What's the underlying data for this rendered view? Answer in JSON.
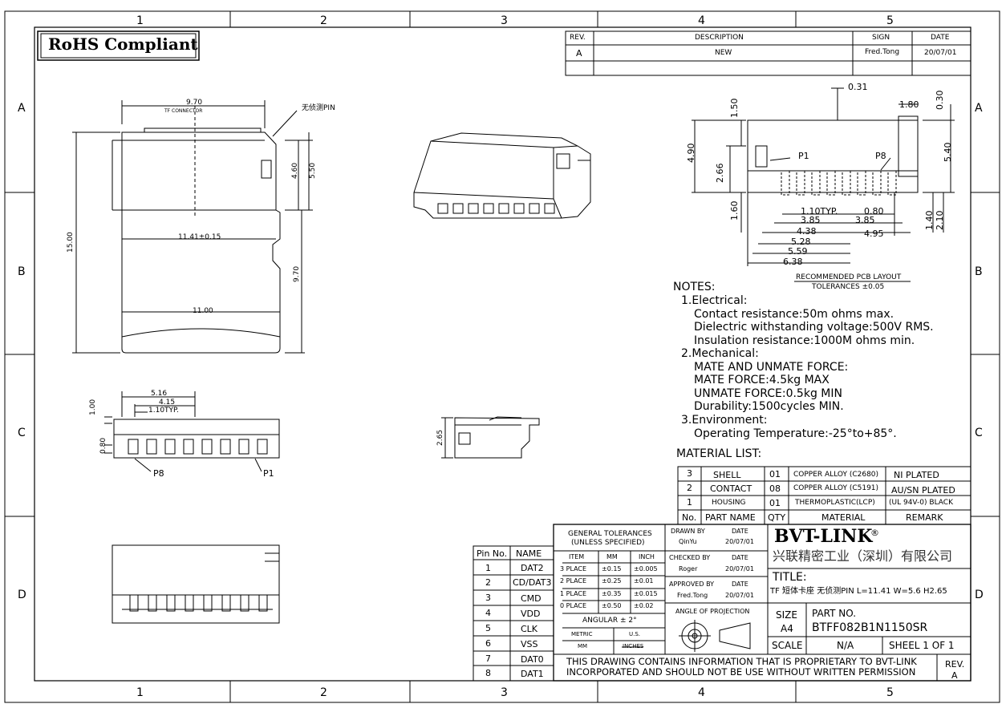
{
  "grid": {
    "cols": [
      "1",
      "2",
      "3",
      "4",
      "5"
    ],
    "rows": [
      "A",
      "B",
      "C",
      "D"
    ]
  },
  "rohs": "RoHS Compliant",
  "revision_table": {
    "headers": [
      "REV.",
      "DESCRIPTION",
      "SIGN",
      "DATE"
    ],
    "row": {
      "rev": "A",
      "description": "NEW",
      "sign": "Fred.Tong",
      "date": "20/07/01"
    }
  },
  "top_view": {
    "dim_width": "9.70",
    "connector_label": "TF CONNECTOR",
    "no_detect_label": "无侦测PIN",
    "dim_460": "4.60",
    "dim_550": "5.50",
    "dim_1500": "15.00",
    "dim_1141": "11.41±0.15",
    "dim_970": "9.70",
    "dim_1100": "11.00"
  },
  "front_view": {
    "dim_516": "5.16",
    "dim_415": "4.15",
    "dim_110": "1.10TYP.",
    "dim_100": "1.00",
    "dim_080": "0.80",
    "p8": "P8",
    "p1": "P1"
  },
  "side_view": {
    "dim_265": "2.65"
  },
  "pcb_layout": {
    "dim_031": "0.31",
    "dim_180": "1.80",
    "dim_030": "0.30",
    "dim_150": "1.50",
    "dim_490": "4.90",
    "dim_266": "2.66",
    "dim_540": "5.40",
    "dim_160": "1.60",
    "dim_140": "1.40",
    "dim_210": "2.10",
    "p1": "P1",
    "p8": "P8",
    "dim_110": "1.10TYP.",
    "dim_080": "0.80",
    "dim_385a": "3.85",
    "dim_385b": "3.85",
    "dim_438": "4.38",
    "dim_495": "4.95",
    "dim_528": "5.28",
    "dim_559": "5.59",
    "dim_638": "6.38",
    "title": "RECOMMENDED PCB LAYOUT",
    "tolerance": "TOLERANCES ±0.05"
  },
  "notes": {
    "heading": "NOTES:",
    "lines": [
      "1.Electrical:",
      "Contact resistance:50m ohms max.",
      "Dielectric withstanding voltage:500V RMS.",
      "Insulation resistance:1000M ohms min.",
      "2.Mechanical:",
      "MATE AND UNMATE FORCE:",
      "MATE FORCE:4.5kg MAX",
      "UNMATE FORCE:0.5kg MIN",
      "Durability:1500cycles MIN.",
      "3.Environment:",
      "Operating Temperature:-25°to+85°."
    ]
  },
  "material_list": {
    "heading": "MATERIAL LIST:",
    "rows": [
      {
        "no": "3",
        "part": "SHELL",
        "qty": "01",
        "material": "COPPER ALLOY (C2680)",
        "remark": "NI PLATED"
      },
      {
        "no": "2",
        "part": "CONTACT",
        "qty": "08",
        "material": "COPPER ALLOY (C5191)",
        "remark": "AU/SN PLATED"
      },
      {
        "no": "1",
        "part": "HOUSING",
        "qty": "01",
        "material": "THERMOPLASTIC(LCP)",
        "remark": "(UL 94V-0) BLACK"
      }
    ],
    "headers": {
      "no": "No.",
      "part": "PART NAME",
      "qty": "QTY",
      "material": "MATERIAL",
      "remark": "REMARK"
    }
  },
  "pin_table": {
    "headers": [
      "Pin No.",
      "NAME"
    ],
    "rows": [
      [
        "1",
        "DAT2"
      ],
      [
        "2",
        "CD/DAT3"
      ],
      [
        "3",
        "CMD"
      ],
      [
        "4",
        "VDD"
      ],
      [
        "5",
        "CLK"
      ],
      [
        "6",
        "VSS"
      ],
      [
        "7",
        "DAT0"
      ],
      [
        "8",
        "DAT1"
      ]
    ]
  },
  "title_block": {
    "general_tol": "GENERAL TOLERANCES",
    "unless": "(UNLESS SPECIFIED)",
    "tol_headers": [
      "ITEM",
      "MM",
      "INCH"
    ],
    "tol_rows": [
      [
        "3 PLACE",
        "±0.15",
        "±0.005"
      ],
      [
        "2 PLACE",
        "±0.25",
        "±0.01"
      ],
      [
        "1 PLACE",
        "±0.35",
        "±0.015"
      ],
      [
        "0 PLACE",
        "±0.50",
        "±0.02"
      ]
    ],
    "angular": "ANGULAR ± 2°",
    "metric": "METRIC",
    "us": "U.S.",
    "mm": "MM",
    "inches": "INCHES",
    "drawn_by": "DRAWN BY",
    "drawn_name": "QinYu",
    "checked_by": "CHECKED BY",
    "checked_name": "Roger",
    "approved_by": "APPROVED BY",
    "approved_name": "Fred.Tong",
    "date_label": "DATE",
    "date_value": "20/07/01",
    "angle_projection": "ANGLE OF PROJECTION",
    "company": "BVT-LINK",
    "company_cn": "兴联精密工业（深圳）有限公司",
    "title_label": "TITLE:",
    "title_value": "TF 短体卡座 无侦测PIN L=11.41 W=5.6 H2.65",
    "size_label": "SIZE",
    "size_value": "A4",
    "part_no_label": "PART NO.",
    "part_no_value": "BTFF082B1N1150SR",
    "scale_label": "SCALE",
    "scale_value": "N/A",
    "sheet_label": "SHEEL 1 OF 1",
    "proprietary_1": "THIS DRAWING CONTAINS INFORMATION THAT IS PROPRIETARY TO BVT-LINK",
    "proprietary_2": "INCORPORATED AND SHOULD NOT BE USE WITHOUT WRITTEN PERMISSION",
    "rev_label": "REV.",
    "rev_value": "A"
  }
}
